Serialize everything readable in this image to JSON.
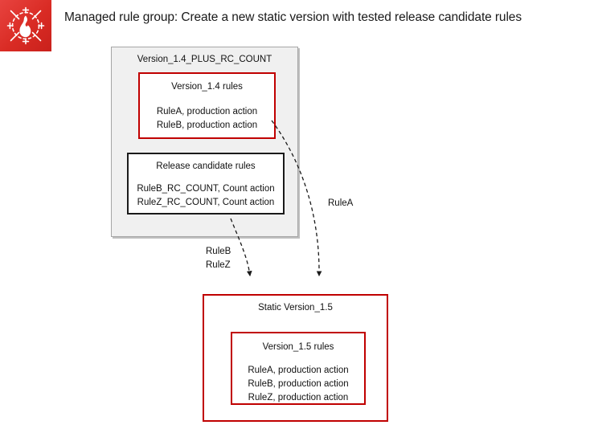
{
  "title": "Managed rule group: Create a new static version with tested release candidate rules",
  "icon": {
    "name": "aws-waf-icon",
    "label": "AWS WAF",
    "background": "#d92b24",
    "glyph": "flame-in-crosshair"
  },
  "colors": {
    "red": "#c00000",
    "black": "#1a1a1a",
    "container_fill": "#f0f0f0",
    "container_border": "#a6a6a6",
    "text": "#111111"
  },
  "boxes": {
    "container_v14_rc": {
      "title": "Version_1.4_PLUS_RC_COUNT"
    },
    "v14_rules": {
      "title": "Version_1.4 rules",
      "lines": [
        "RuleA, production action",
        "RuleB, production action"
      ]
    },
    "rc_rules": {
      "title": "Release candidate rules",
      "lines": [
        "RuleB_RC_COUNT, Count action",
        "RuleZ_RC_COUNT, Count action"
      ]
    },
    "static_v15": {
      "title": "Static Version_1.5"
    },
    "v15_rules": {
      "title": "Version_1.5 rules",
      "lines": [
        "RuleA, production action",
        "RuleB, production action",
        "RuleZ, production action"
      ]
    }
  },
  "arrows": [
    {
      "name": "arrow-rulea",
      "label": "RuleA",
      "from": "v14_rules",
      "to": "static_v15",
      "style": "dashed-curved"
    },
    {
      "name": "arrow-rulebz",
      "label_line1": "RuleB",
      "label_line2": "RuleZ",
      "from": "rc_rules",
      "to": "static_v15",
      "style": "dashed-curved"
    }
  ]
}
